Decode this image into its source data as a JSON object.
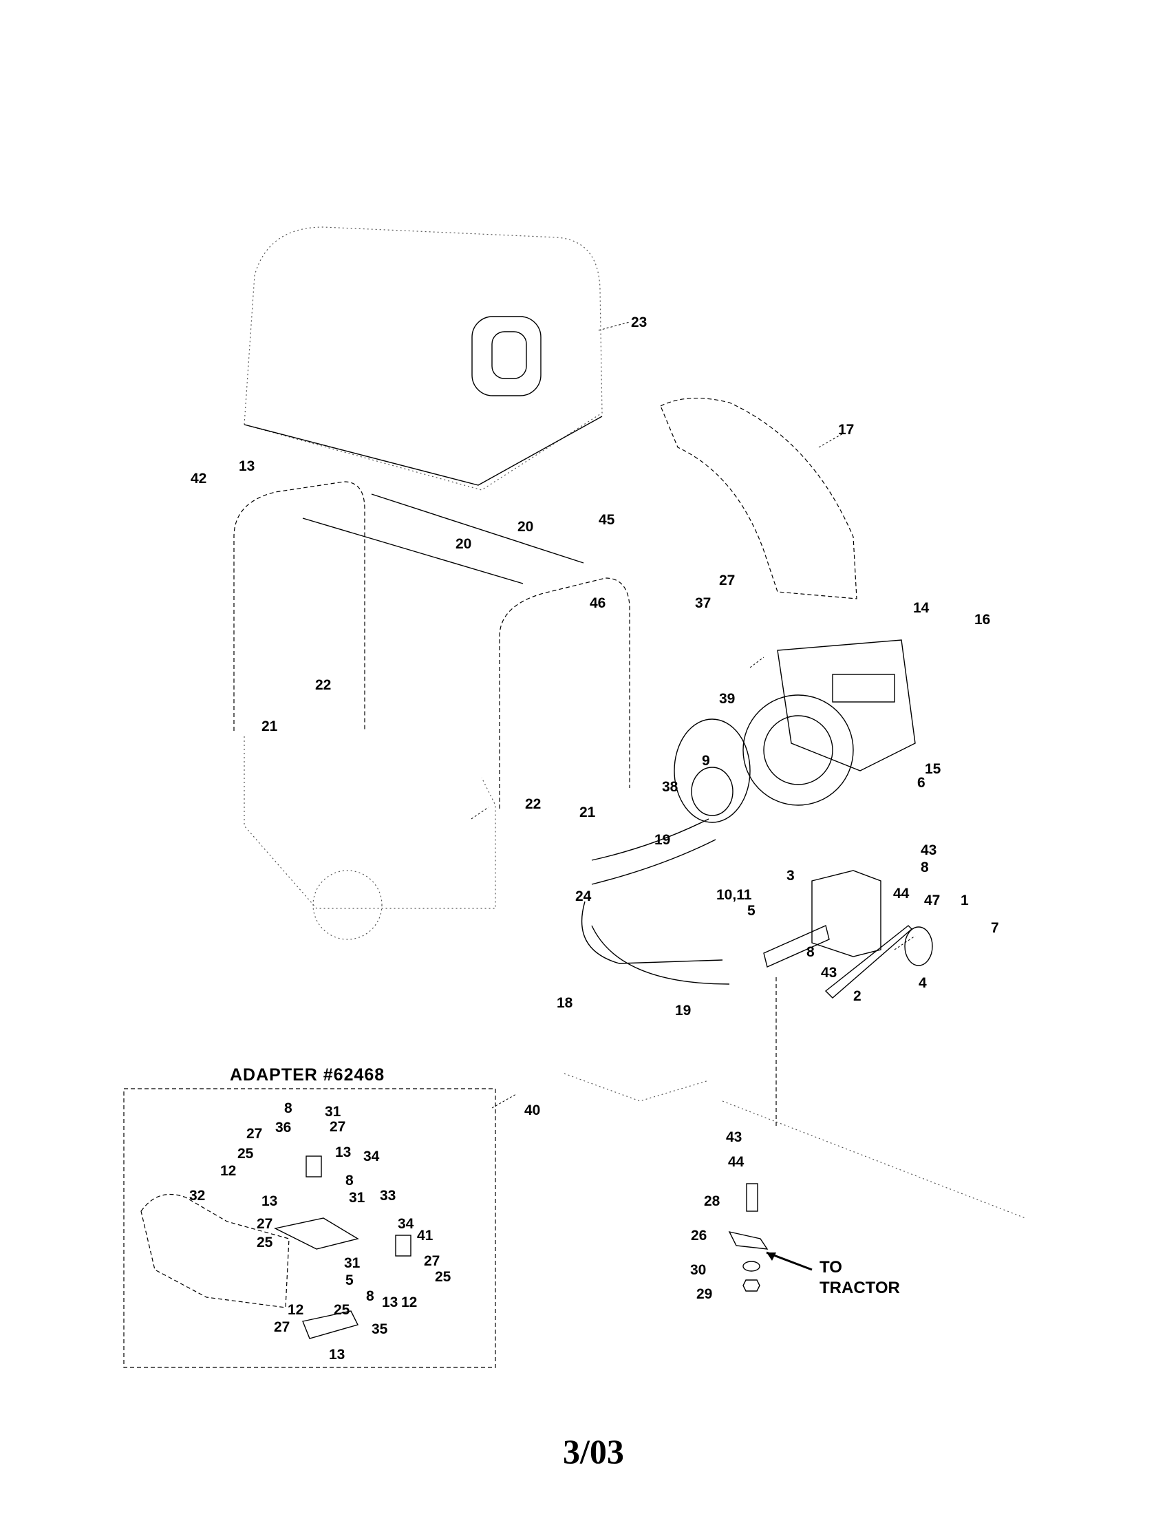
{
  "diagram": {
    "title": "Exploded parts diagram - tractor-mounted lawn vacuum/blower",
    "footer": "3/03",
    "adapter_title": "ADAPTER #62468",
    "to_tractor": [
      "TO",
      "TRACTOR"
    ],
    "callouts": {
      "main": [
        "23",
        "17",
        "42",
        "13",
        "20",
        "20",
        "45",
        "27",
        "37",
        "46",
        "14",
        "16",
        "39",
        "15",
        "6",
        "9",
        "38",
        "22",
        "21",
        "21",
        "22",
        "19",
        "24",
        "10,11",
        "3",
        "43",
        "8",
        "44",
        "47",
        "1",
        "5",
        "7",
        "8",
        "43",
        "4",
        "18",
        "19",
        "2",
        "43",
        "44",
        "28",
        "26",
        "30",
        "29",
        "40"
      ],
      "adapter": [
        "8",
        "31",
        "27",
        "36",
        "27",
        "13",
        "25",
        "34",
        "12",
        "8",
        "32",
        "13",
        "31",
        "33",
        "27",
        "34",
        "41",
        "25",
        "31",
        "27",
        "5",
        "25",
        "8",
        "13",
        "12",
        "12",
        "25",
        "27",
        "35",
        "13"
      ]
    }
  }
}
